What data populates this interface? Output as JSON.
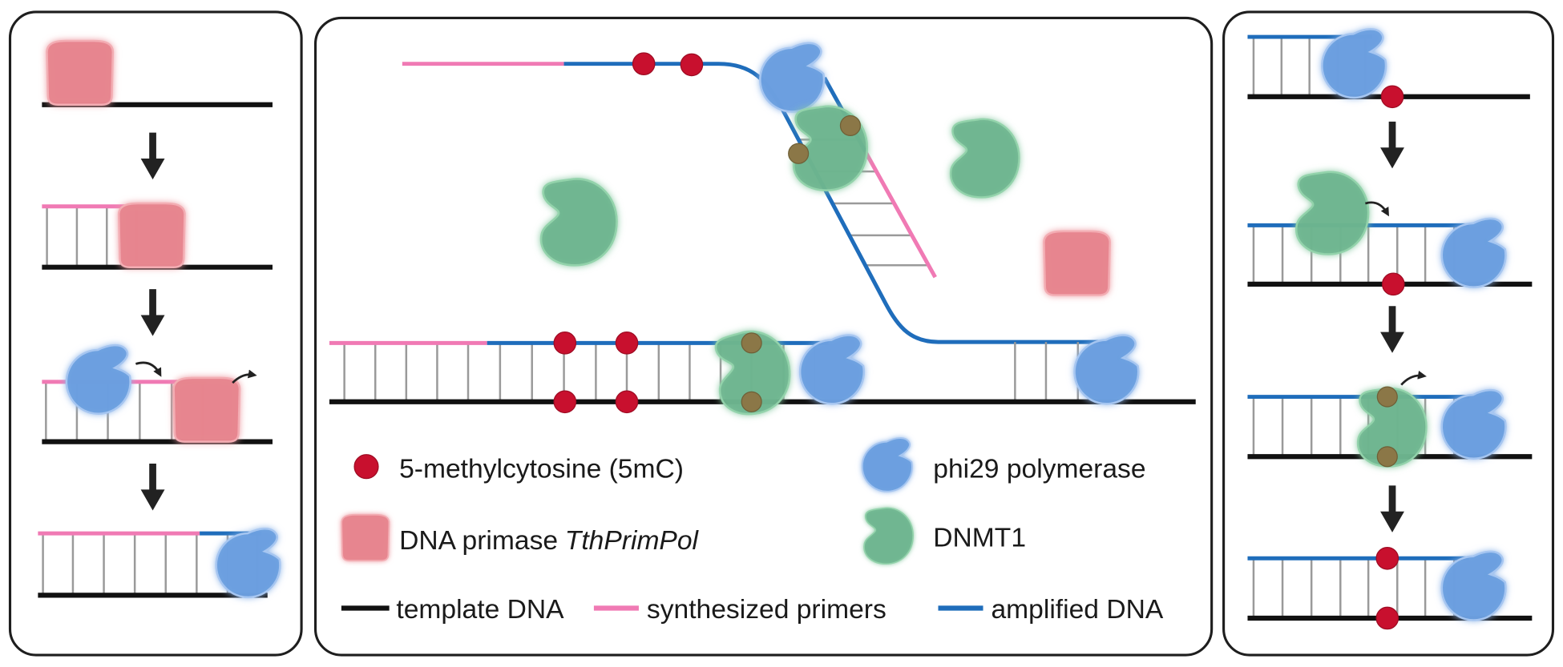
{
  "legend": {
    "mc5": {
      "label": "5-methylcytosine (5mC)",
      "icon": "methylcytosine-dot-icon"
    },
    "primase": {
      "label": "DNA primase",
      "label_italic": "TthPrimPol",
      "icon": "primase-icon"
    },
    "polymerase": {
      "label": "phi29 polymerase",
      "icon": "polymerase-icon"
    },
    "dnmt1": {
      "label": "DNMT1",
      "icon": "dnmt1-icon"
    },
    "template": {
      "label": "template DNA"
    },
    "primers": {
      "label": "synthesized primers"
    },
    "amplified": {
      "label": "amplified DNA"
    }
  },
  "colors": {
    "template": "#111111",
    "primer": "#f07ab4",
    "amplified": "#1f6dbb",
    "mc5": "#c8102e",
    "bound_site": "#8b7747",
    "polymerase": "#6a9ee0",
    "dnmt1": "#6cb58e",
    "primase": "#e7858e",
    "rung": "#9a9a9a",
    "arrow": "#222222"
  }
}
